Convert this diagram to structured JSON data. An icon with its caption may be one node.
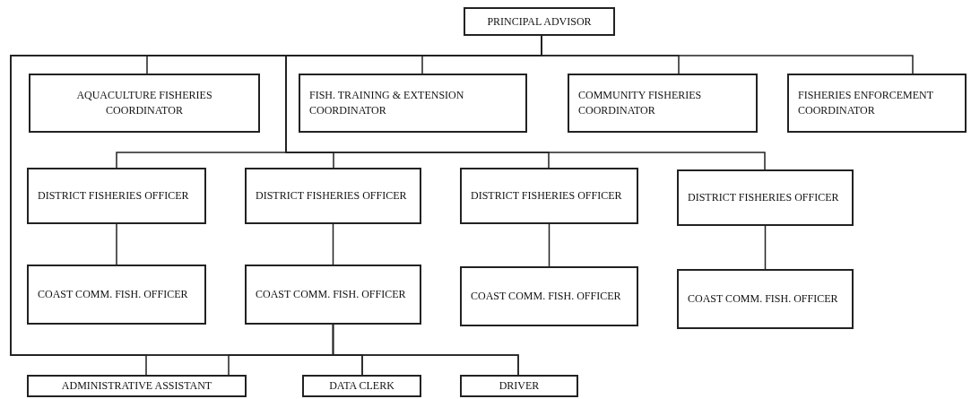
{
  "diagram": {
    "nodes": [
      {
        "text": [
          "PRINCIPAL ADVISOR"
        ]
      },
      {
        "text": [
          "AQUACULTURE FISHERIES COORDINATOR"
        ]
      },
      {
        "text": [
          "FISH. TRAINING & EXTENSION COORDINATOR"
        ]
      },
      {
        "text": [
          "COMMUNITY FISHERIES COORDINATOR"
        ]
      },
      {
        "text": [
          "FISHERIES ENFORCEMENT COORDINATOR"
        ]
      },
      {
        "text": [
          "DISTRICT FISHERIES OFFICER"
        ]
      },
      {
        "text": [
          "DISTRICT FISHERIES OFFICER"
        ]
      },
      {
        "text": [
          "DISTRICT FISHERIES OFFICER"
        ]
      },
      {
        "text": [
          "DISTRICT FISHERIES OFFICER"
        ]
      },
      {
        "text": [
          "COAST COMM. FISH. OFFICER"
        ]
      },
      {
        "text": [
          "COAST COMM. FISH. OFFICER"
        ]
      },
      {
        "text": [
          "COAST COMM. FISH. OFFICER"
        ]
      },
      {
        "text": [
          "COAST COMM. FISH. OFFICER"
        ]
      },
      {
        "text": [
          "ADMINISTRATIVE ASSISTANT"
        ]
      },
      {
        "text": [
          "DATA CLERK"
        ]
      },
      {
        "text": [
          "DRIVER"
        ]
      }
    ],
    "edges": [
      {
        "from": 0,
        "to": 1,
        "arrow": "none"
      },
      {
        "from": 0,
        "to": 2,
        "arrow": "none"
      },
      {
        "from": 0,
        "to": 3,
        "arrow": "none"
      },
      {
        "from": 0,
        "to": 4,
        "arrow": "none"
      },
      {
        "from": 0,
        "to": 5,
        "arrow": "none"
      },
      {
        "from": 0,
        "to": 6,
        "arrow": "none"
      },
      {
        "from": 0,
        "to": 7,
        "arrow": "none"
      },
      {
        "from": 0,
        "to": 8,
        "arrow": "none"
      },
      {
        "from": 5,
        "to": 9,
        "arrow": "none"
      },
      {
        "from": 6,
        "to": 10,
        "arrow": "none"
      },
      {
        "from": 7,
        "to": 11,
        "arrow": "none"
      },
      {
        "from": 8,
        "to": 12,
        "arrow": "none"
      },
      {
        "from": 0,
        "to": 13,
        "arrow": "none"
      },
      {
        "from": 0,
        "to": 14,
        "arrow": "none"
      },
      {
        "from": 0,
        "to": 15,
        "arrow": "none"
      },
      {
        "from": 10,
        "to": 13,
        "arrow": "none"
      },
      {
        "from": 10,
        "to": 14,
        "arrow": "none"
      },
      {
        "from": 10,
        "to": 15,
        "arrow": "none"
      }
    ]
  }
}
